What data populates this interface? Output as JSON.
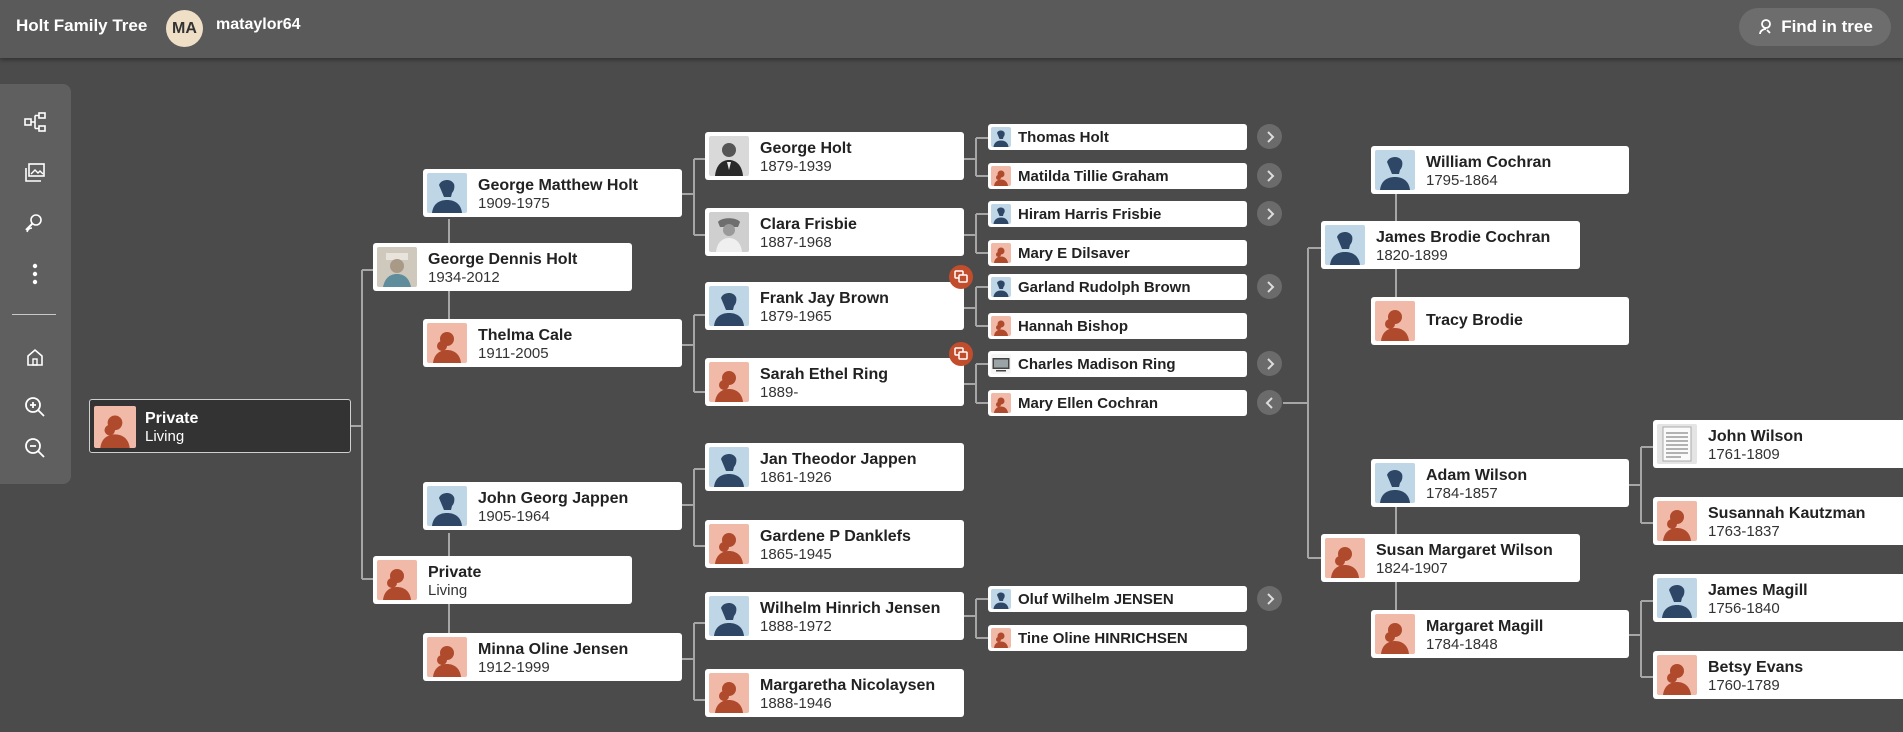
{
  "header": {
    "tree_title": "Holt Family Tree",
    "avatar_initials": "MA",
    "username": "mataylor64",
    "find_label": "Find in tree"
  },
  "toolbar": {
    "items": [
      {
        "icon": "pedigree-view-icon"
      },
      {
        "icon": "gallery-icon"
      },
      {
        "icon": "search-person-icon"
      },
      {
        "icon": "more-options-icon"
      },
      {
        "icon": "home-icon"
      },
      {
        "icon": "zoom-in-icon"
      },
      {
        "icon": "zoom-out-icon"
      }
    ]
  },
  "colors": {
    "male_bg": "#bfd6e6",
    "male_fg": "#2f4766",
    "female_bg": "#f0b9a8",
    "female_fg": "#b04a2c",
    "hint": "#c24d2c"
  },
  "people": {
    "root": {
      "name": "Private",
      "dates": "Living"
    },
    "george_dennis_holt": {
      "name": "George Dennis Holt",
      "dates": "1934-2012"
    },
    "private_mother": {
      "name": "Private",
      "dates": "Living"
    },
    "george_matthew_holt": {
      "name": "George Matthew Holt",
      "dates": "1909-1975"
    },
    "thelma_cale": {
      "name": "Thelma Cale",
      "dates": "1911-2005"
    },
    "john_georg_jappen": {
      "name": "John Georg Jappen",
      "dates": "1905-1964"
    },
    "minna_oline_jensen": {
      "name": "Minna Oline Jensen",
      "dates": "1912-1999"
    },
    "george_holt": {
      "name": "George Holt",
      "dates": "1879-1939"
    },
    "clara_frisbie": {
      "name": "Clara Frisbie",
      "dates": "1887-1968"
    },
    "frank_jay_brown": {
      "name": "Frank Jay Brown",
      "dates": "1879-1965"
    },
    "sarah_ethel_ring": {
      "name": "Sarah Ethel Ring",
      "dates": "1889-"
    },
    "jan_theodor_jappen": {
      "name": "Jan Theodor Jappen",
      "dates": "1861-1926"
    },
    "gardene_p_danklefs": {
      "name": "Gardene P Danklefs",
      "dates": "1865-1945"
    },
    "wilhelm_hinrich_jensen": {
      "name": "Wilhelm Hinrich Jensen",
      "dates": "1888-1972"
    },
    "margaretha_nicolaysen": {
      "name": "Margaretha Nicolaysen",
      "dates": "1888-1946"
    },
    "thomas_holt": {
      "name": "Thomas Holt"
    },
    "matilda_tillie_graham": {
      "name": "Matilda Tillie Graham"
    },
    "hiram_harris_frisbie": {
      "name": "Hiram Harris Frisbie"
    },
    "mary_e_dilsaver": {
      "name": "Mary E Dilsaver"
    },
    "garland_rudolph_brown": {
      "name": "Garland Rudolph Brown"
    },
    "hannah_bishop": {
      "name": "Hannah Bishop"
    },
    "charles_madison_ring": {
      "name": "Charles Madison Ring"
    },
    "mary_ellen_cochran": {
      "name": "Mary Ellen Cochran"
    },
    "oluf_wilhelm_jensen": {
      "name": "Oluf Wilhelm JENSEN"
    },
    "tine_oline_hinrichsen": {
      "name": "Tine Oline HINRICHSEN"
    },
    "james_brodie_cochran": {
      "name": "James Brodie Cochran",
      "dates": "1820-1899"
    },
    "william_cochran": {
      "name": "William Cochran",
      "dates": "1795-1864"
    },
    "tracy_brodie": {
      "name": "Tracy Brodie"
    },
    "susan_margaret_wilson": {
      "name": "Susan Margaret Wilson",
      "dates": "1824-1907"
    },
    "adam_wilson": {
      "name": "Adam Wilson",
      "dates": "1784-1857"
    },
    "margaret_magill": {
      "name": "Margaret Magill",
      "dates": "1784-1848"
    },
    "john_wilson": {
      "name": "John Wilson",
      "dates": "1761-1809"
    },
    "susannah_kautzman": {
      "name": "Susannah Kautzman",
      "dates": "1763-1837"
    },
    "james_magill": {
      "name": "James Magill",
      "dates": "1756-1840"
    },
    "betsy_evans": {
      "name": "Betsy Evans",
      "dates": "1760-1789"
    }
  }
}
